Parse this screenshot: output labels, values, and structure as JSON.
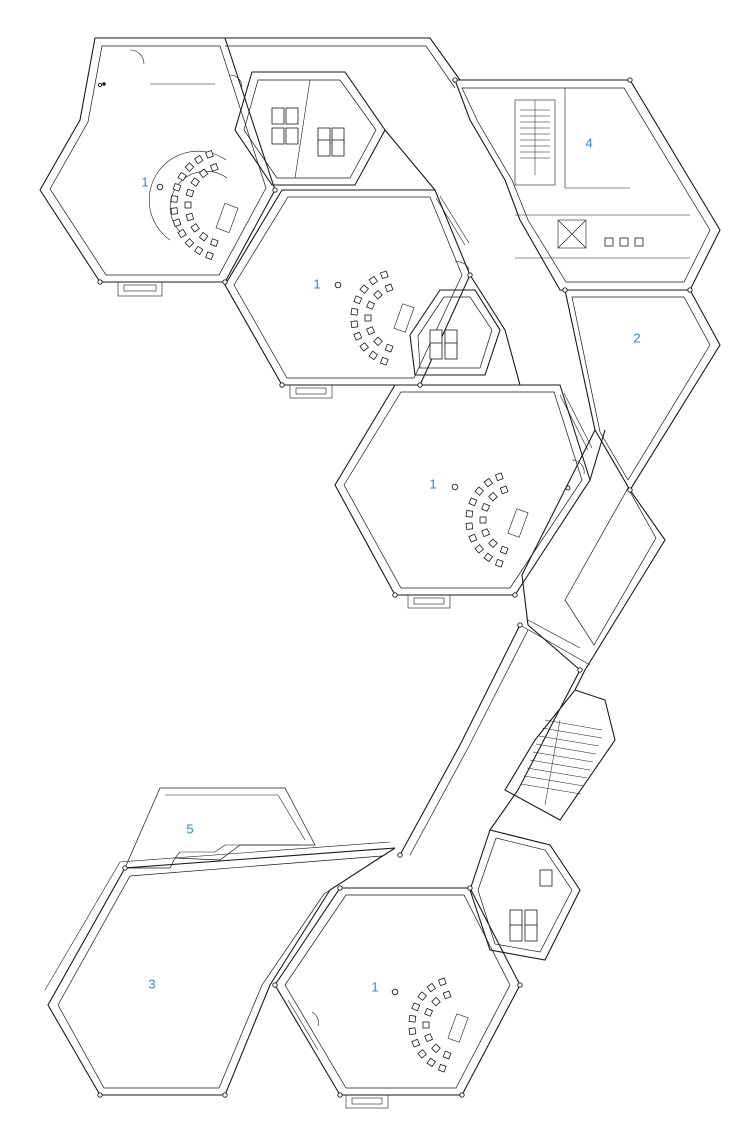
{
  "diagram": {
    "type": "architectural floor plan",
    "room_labels": [
      {
        "id": "r1a",
        "text": "1"
      },
      {
        "id": "r1b",
        "text": "1"
      },
      {
        "id": "r1c",
        "text": "1"
      },
      {
        "id": "r1d",
        "text": "1"
      },
      {
        "id": "r2",
        "text": "2"
      },
      {
        "id": "r3",
        "text": "3"
      },
      {
        "id": "r4",
        "text": "4"
      },
      {
        "id": "r5",
        "text": "5"
      }
    ],
    "colors": {
      "label": "#1d8fd8",
      "line": "#1a1a1a",
      "background": "#ffffff"
    }
  }
}
